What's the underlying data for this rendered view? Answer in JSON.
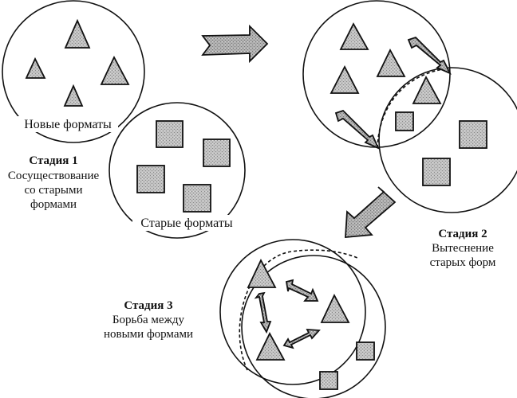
{
  "diagram": {
    "stage1": {
      "title": "Стадия 1",
      "desc_lines": [
        "Сосуществование",
        "со старыми",
        "формами"
      ],
      "new_formats_label": "Новые форматы",
      "old_formats_label": "Старые форматы"
    },
    "stage2": {
      "title": "Стадия 2",
      "desc_lines": [
        "Вытеснение",
        "старых форм"
      ]
    },
    "stage3": {
      "title": "Стадия 3",
      "desc_lines": [
        "Борьба между",
        "новыми формами"
      ]
    },
    "legend": {
      "triangle_meaning": "new format",
      "square_meaning": "old format"
    },
    "colors": {
      "fill": "#b4b4b4",
      "stroke": "#111111"
    }
  }
}
